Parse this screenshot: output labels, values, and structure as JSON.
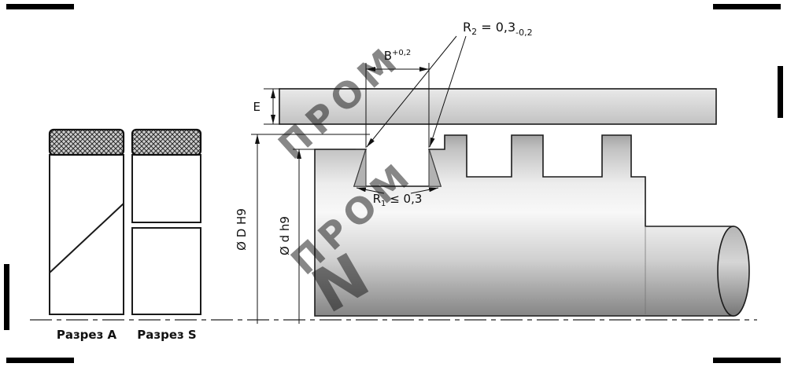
{
  "drawing": {
    "sections": {
      "a_label": "Разрез A",
      "s_label": "Разрез S"
    },
    "dimensions": {
      "r2": {
        "base": "R",
        "sub": "2",
        "mid": " = 0,3",
        "tol": "-0,2"
      },
      "b": {
        "base": "B",
        "sup": "+0,2"
      },
      "r1": {
        "base": "R",
        "sub": "1",
        "rest": " ≤ 0,3"
      },
      "outer_dia": "Ø D H9",
      "inner_dia": "Ø d h9",
      "e": "E"
    },
    "watermark": {
      "text": "ПРОМ",
      "logo": "N"
    },
    "colors": {
      "line": "#1a1a1a",
      "metal_light": "#f6f6f6",
      "metal_dark": "#868686",
      "housing_bar": "#d9d9d9",
      "hatch_bg": "#cfcfcf"
    }
  }
}
